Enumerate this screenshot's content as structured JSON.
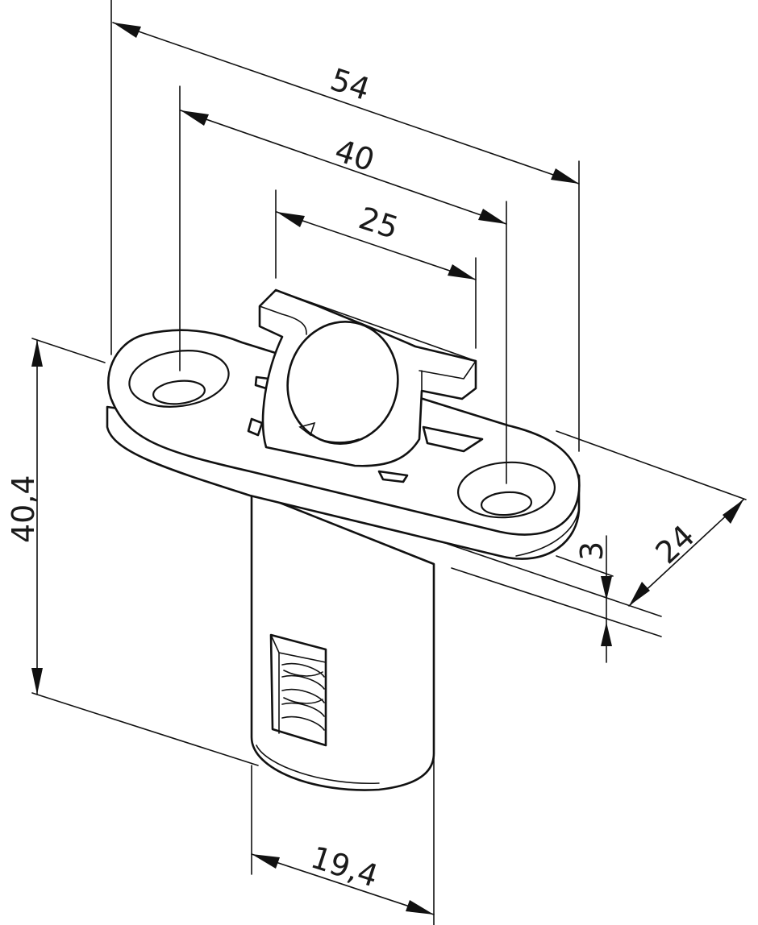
{
  "diagram": {
    "dimensions": {
      "length_total": "54",
      "hole_spacing": "40",
      "eye_width": "25",
      "width": "24",
      "plate_thickness": "3",
      "height": "40,4",
      "barrel_diameter": "19,4"
    },
    "colors": {
      "line": "#111111",
      "background": "#ffffff"
    }
  }
}
